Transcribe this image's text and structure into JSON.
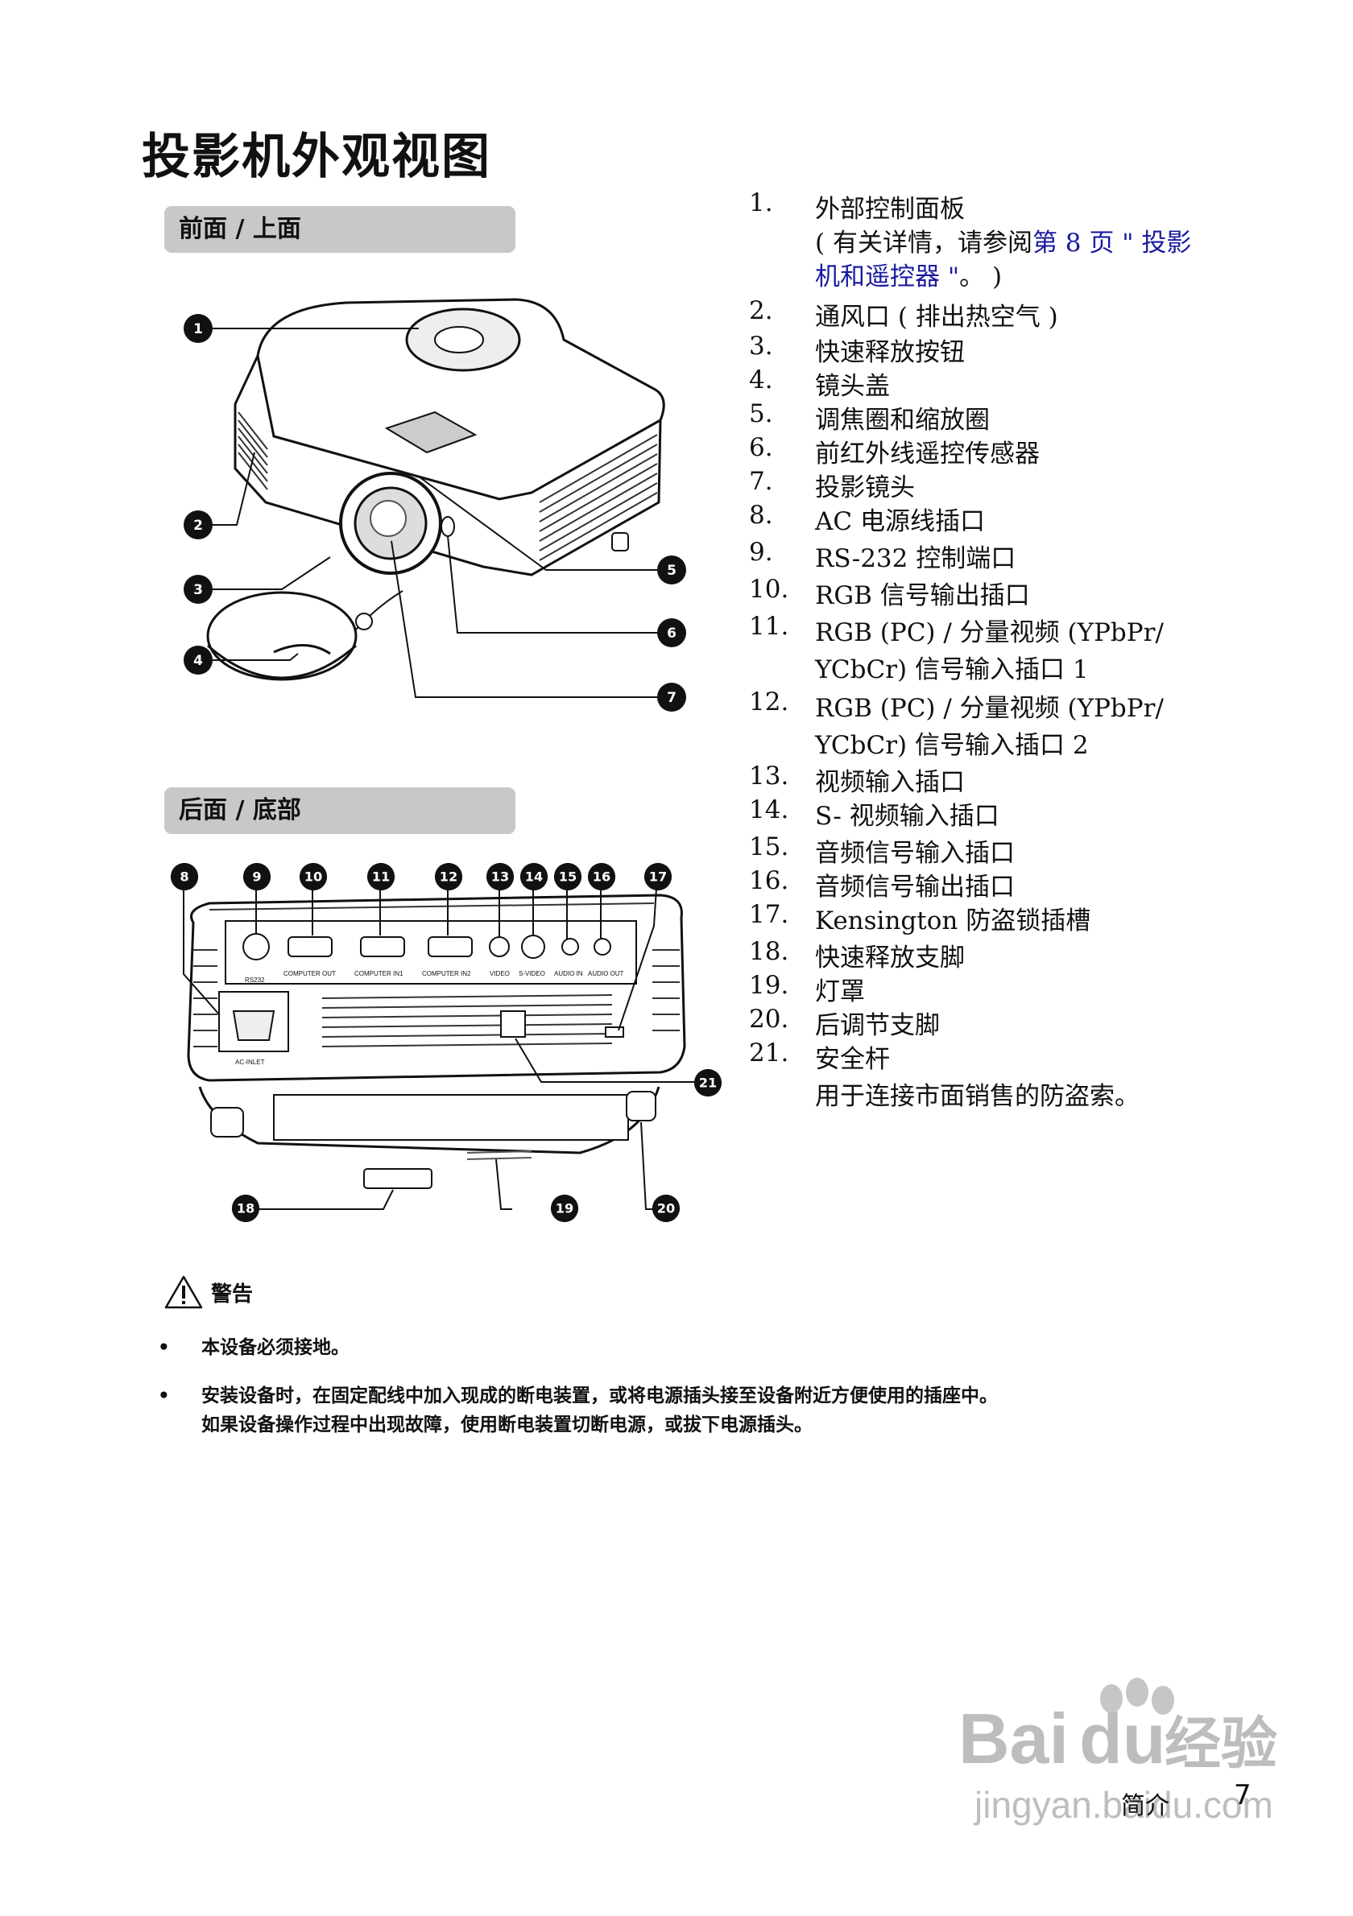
{
  "page": {
    "title": "投影机外观视图",
    "section_front": "前面 / 上面",
    "section_back": "后面 / 底部"
  },
  "parts": [
    {
      "num": "1.",
      "lines": [
        "外部控制面板"
      ]
    },
    {
      "num": "",
      "lines": [
        "( 有关详情，请参阅"
      ],
      "link": "第 8 页 \" 投影"
    },
    {
      "num": "",
      "lines": [
        ""
      ],
      "link": "机和遥控器 \"",
      "tail": "。 )"
    },
    {
      "num": "2.",
      "lines": [
        "通风口 ( 排出热空气 )"
      ]
    },
    {
      "num": "3.",
      "lines": [
        "快速释放按钮"
      ]
    },
    {
      "num": "4.",
      "lines": [
        "镜头盖"
      ]
    },
    {
      "num": "5.",
      "lines": [
        "调焦圈和缩放圈"
      ]
    },
    {
      "num": "6.",
      "lines": [
        "前红外线遥控传感器"
      ]
    },
    {
      "num": "7.",
      "lines": [
        "投影镜头"
      ]
    },
    {
      "num": "8.",
      "lines": [
        "AC 电源线插口"
      ]
    },
    {
      "num": "9.",
      "lines": [
        "RS-232 控制端口"
      ]
    },
    {
      "num": "10.",
      "lines": [
        "RGB 信号输出插口"
      ]
    },
    {
      "num": "11.",
      "lines": [
        "RGB (PC) / 分量视频 (YPbPr/"
      ]
    },
    {
      "num": "",
      "lines": [
        "YCbCr) 信号输入插口 1"
      ]
    },
    {
      "num": "12.",
      "lines": [
        "RGB (PC) / 分量视频 (YPbPr/"
      ]
    },
    {
      "num": "",
      "lines": [
        "YCbCr) 信号输入插口 2"
      ]
    },
    {
      "num": "13.",
      "lines": [
        "视频输入插口"
      ]
    },
    {
      "num": "14.",
      "lines": [
        "S- 视频输入插口"
      ]
    },
    {
      "num": "15.",
      "lines": [
        "音频信号输入插口"
      ]
    },
    {
      "num": "16.",
      "lines": [
        "音频信号输出插口"
      ]
    },
    {
      "num": "17.",
      "lines": [
        "Kensington 防盗锁插槽"
      ]
    },
    {
      "num": "18.",
      "lines": [
        "快速释放支脚"
      ]
    },
    {
      "num": "19.",
      "lines": [
        "灯罩"
      ]
    },
    {
      "num": "20.",
      "lines": [
        "后调节支脚"
      ]
    },
    {
      "num": "21.",
      "lines": [
        "安全杆"
      ]
    },
    {
      "num": "",
      "lines": [
        "用于连接市面销售的防盗索。"
      ]
    }
  ],
  "rear_labels": {
    "rs232": "RS232",
    "computer_out": "COMPUTER OUT",
    "computer_in1": "COMPUTER IN1",
    "computer_in2": "COMPUTER IN2",
    "video": "VIDEO",
    "s_video": "S-VIDEO",
    "audio_in": "AUDIO IN",
    "audio_out": "AUDIO OUT",
    "ac_inlet": "AC-INLET"
  },
  "callouts_front": [
    "1",
    "2",
    "3",
    "4",
    "5",
    "6",
    "7"
  ],
  "callouts_back": [
    "8",
    "9",
    "10",
    "11",
    "12",
    "13",
    "14",
    "15",
    "16",
    "17",
    "18",
    "19",
    "20",
    "21"
  ],
  "warning": {
    "heading": "警告",
    "bullet_symbol": "•",
    "items": [
      [
        "本设备必须接地。"
      ],
      [
        "安装设备时，在固定配线中加入现成的断电装置，或将电源插头接至设备附近方便使用的插座中。",
        "如果设备操作过程中出现故障，使用断电装置切断电源，或拔下电源插头。"
      ]
    ]
  },
  "footer": {
    "label": "简介",
    "page_number": "7"
  },
  "watermark": {
    "brand": "Bai",
    "brand2": "du",
    "product": "经验",
    "url": "jingyan.baidu.com"
  },
  "icons": {
    "warning": "warning-triangle-icon"
  }
}
